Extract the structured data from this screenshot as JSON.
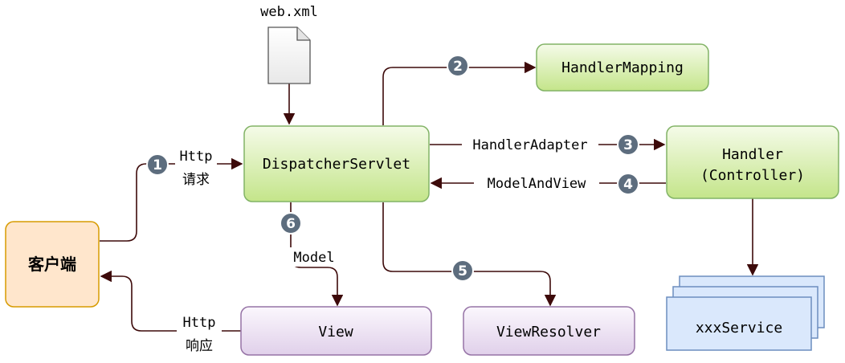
{
  "nodes": {
    "web_xml": "web.xml",
    "dispatcher": "DispatcherServlet",
    "handler_mapping": "HandlerMapping",
    "handler_line1": "Handler",
    "handler_line2": "(Controller)",
    "client": "客户端",
    "view": "View",
    "view_resolver": "ViewResolver",
    "service": "xxxService"
  },
  "edges": {
    "http_request_1": "Http",
    "http_request_2": "请求",
    "handler_adapter": "HandlerAdapter",
    "model_and_view": "ModelAndView",
    "model": "Model",
    "http_response_1": "Http",
    "http_response_2": "响应"
  },
  "steps": [
    "1",
    "2",
    "3",
    "4",
    "5",
    "6"
  ],
  "colors": {
    "green_top": "#f5fbe9",
    "green_bottom": "#c4e58a",
    "green_stroke": "#82b366",
    "purple_top": "#fbf7fd",
    "purple_bottom": "#e0d0ea",
    "purple_stroke": "#9673a6",
    "client_fill": "#ffe6cc",
    "client_stroke": "#d79b00",
    "service_fill": "#dae8fc",
    "service_stroke": "#6c8ebf",
    "badge_fill": "#5d6d7e",
    "edge": "#3d0a0a"
  }
}
